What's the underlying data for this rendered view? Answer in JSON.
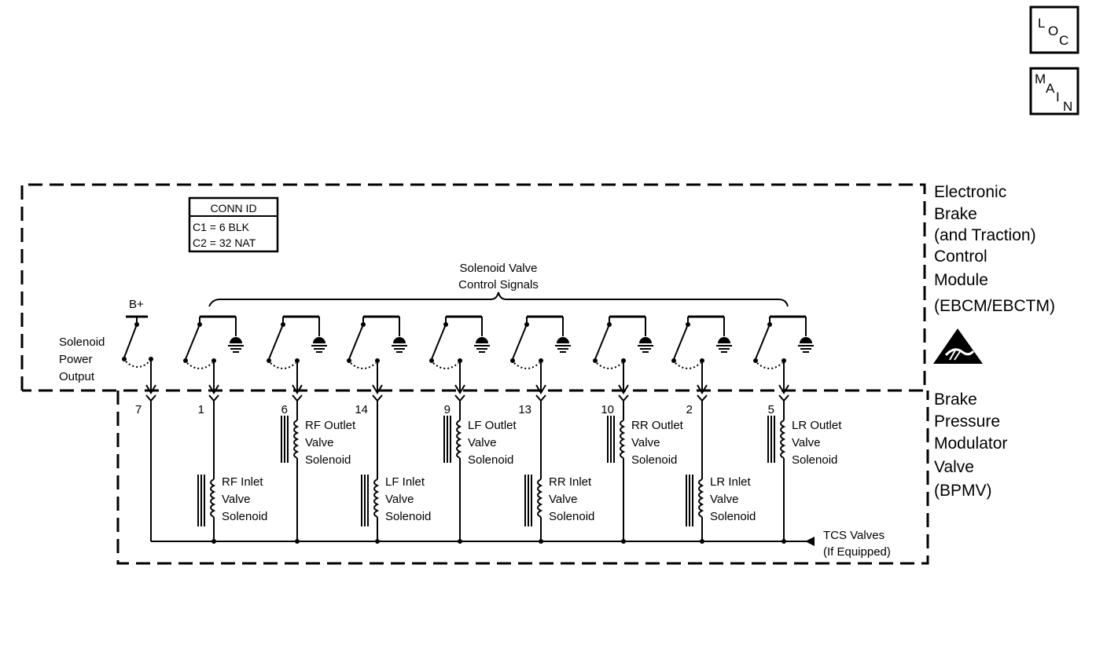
{
  "nav": {
    "loc": {
      "l1": "L",
      "l2": "O",
      "l3": "C"
    },
    "main": {
      "l1": "M",
      "l2": "A",
      "l3": "I",
      "l4": "N"
    }
  },
  "conn_id": {
    "title": "CONN ID",
    "c1": "C1 = 6 BLK",
    "c2": "C2 = 32 NAT"
  },
  "control_signals": {
    "line1": "Solenoid Valve",
    "line2": "Control Signals"
  },
  "power": {
    "bplus": "B+",
    "line1": "Solenoid",
    "line2": "Power",
    "line3": "Output",
    "pin": "7"
  },
  "ebcm_label": [
    "Electronic",
    "Brake",
    "(and Traction)",
    "Control",
    "Module",
    "(EBCM/EBCTM)"
  ],
  "bpmv_label": [
    "Brake",
    "Pressure",
    "Modulator",
    "Valve",
    "(BPMV)"
  ],
  "tcs": {
    "line1": "TCS Valves",
    "line2": "(If Equipped)"
  },
  "channels": [
    {
      "pin": "1",
      "name": "RF Inlet",
      "line2": "Valve",
      "line3": "Solenoid",
      "type": "inlet"
    },
    {
      "pin": "6",
      "name": "RF Outlet",
      "line2": "Valve",
      "line3": "Solenoid",
      "type": "outlet"
    },
    {
      "pin": "14",
      "name": "LF Inlet",
      "line2": "Valve",
      "line3": "Solenoid",
      "type": "inlet"
    },
    {
      "pin": "9",
      "name": "LF Outlet",
      "line2": "Valve",
      "line3": "Solenoid",
      "type": "outlet"
    },
    {
      "pin": "13",
      "name": "RR Inlet",
      "line2": "Valve",
      "line3": "Solenoid",
      "type": "inlet"
    },
    {
      "pin": "10",
      "name": "RR Outlet",
      "line2": "Valve",
      "line3": "Solenoid",
      "type": "outlet"
    },
    {
      "pin": "2",
      "name": "LR Inlet",
      "line2": "Valve",
      "line3": "Solenoid",
      "type": "inlet"
    },
    {
      "pin": "5",
      "name": "LR Outlet",
      "line2": "Valve",
      "line3": "Solenoid",
      "type": "outlet"
    }
  ]
}
